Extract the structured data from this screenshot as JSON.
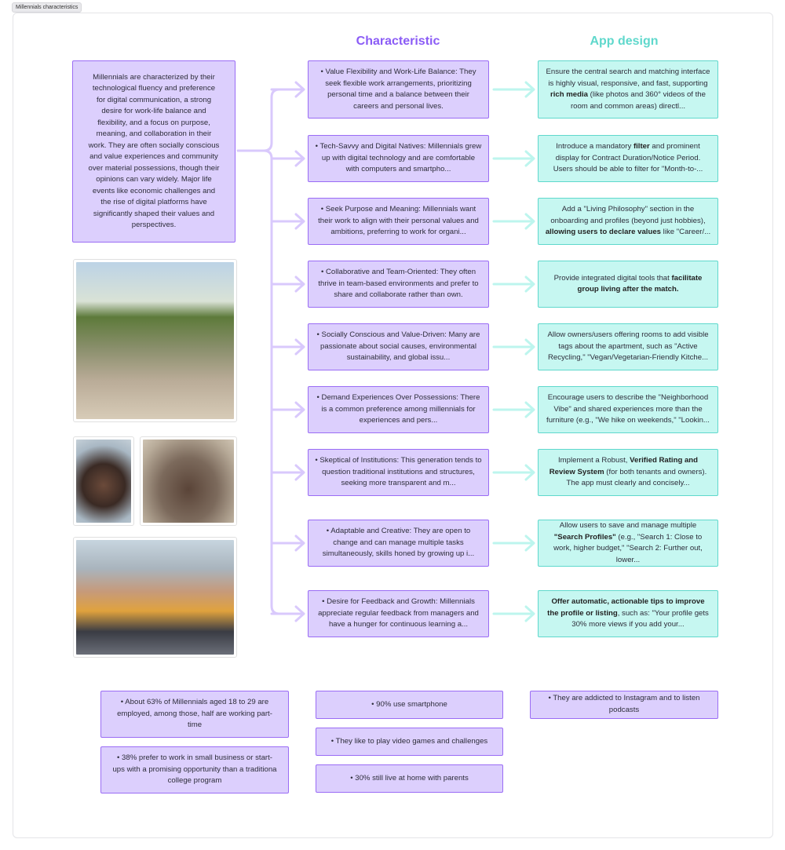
{
  "tab_label": "Millennials characteristics",
  "headers": {
    "characteristic": "Characteristic",
    "app_design": "App design"
  },
  "intro": "Millennials are characterized by their technological fluency and preference for digital communication, a strong desire for work-life balance and flexibility, and a focus on purpose, meaning, and collaboration in their work. They are often socially conscious and value experiences and community over material possessions, though their opinions can vary widely. Major life events like economic challenges and the rise of digital platforms have significantly shaped their values and perspectives.",
  "rows": [
    {
      "characteristic": "• Value Flexibility and Work-Life Balance: They seek flexible work arrangements, prioritizing personal time and a balance between their careers and personal lives.",
      "app": [
        {
          "t": "Ensure the central search and matching interface is highly visual, responsive, and fast, supporting ",
          "b": false
        },
        {
          "t": "rich media",
          "b": true
        },
        {
          "t": " (like photos and 360° videos of the room and common areas) directl...",
          "b": false
        }
      ]
    },
    {
      "characteristic": "• Tech-Savvy and Digital Natives: Millennials grew up with digital technology and are comfortable with computers and smartpho...",
      "app": [
        {
          "t": "Introduce a mandatory ",
          "b": false
        },
        {
          "t": "filter",
          "b": true
        },
        {
          "t": " and prominent display for Contract Duration/Notice Period. Users should be able to filter for \"Month-to-...",
          "b": false
        }
      ]
    },
    {
      "characteristic": "• Seek Purpose and Meaning: Millennials want their work to align with their personal values and ambitions, preferring to work for organi...",
      "app": [
        {
          "t": "Add a \"Living Philosophy\" section in the onboarding and profiles (beyond just hobbies), ",
          "b": false
        },
        {
          "t": "allowing users to declare values",
          "b": true
        },
        {
          "t": " like \"Career/...",
          "b": false
        }
      ]
    },
    {
      "characteristic": "• Collaborative and Team-Oriented: They often thrive in team-based environments and prefer to share and collaborate rather than own.",
      "app": [
        {
          "t": "Provide integrated digital tools that ",
          "b": false
        },
        {
          "t": "facilitate group living after the match.",
          "b": true
        }
      ]
    },
    {
      "characteristic": "• Socially Conscious and Value-Driven: Many are passionate about social causes, environmental sustainability, and global issu...",
      "app": [
        {
          "t": "Allow owners/users offering rooms to add visible tags about the apartment, such as \"Active Recycling,\" \"Vegan/Vegetarian-Friendly Kitche...",
          "b": false
        }
      ]
    },
    {
      "characteristic": "• Demand Experiences Over Possessions: There is a common preference among millennials for experiences and pers...",
      "app": [
        {
          "t": "Encourage users to describe the \"Neighborhood Vibe\" and shared experiences more than the furniture (e.g., \"We hike on weekends,\" \"Lookin...",
          "b": false
        }
      ]
    },
    {
      "characteristic": "• Skeptical of Institutions: This generation tends to question traditional institutions and structures, seeking more transparent and m...",
      "app": [
        {
          "t": "Implement a Robust, ",
          "b": false
        },
        {
          "t": "Verified Rating and Review System",
          "b": true
        },
        {
          "t": " (for both tenants and owners). The app must clearly and concisely...",
          "b": false
        }
      ]
    },
    {
      "characteristic": "• Adaptable and Creative: They are open to change and can manage multiple tasks simultaneously, skills honed by growing up i...",
      "app": [
        {
          "t": "Allow users to save and manage multiple ",
          "b": false
        },
        {
          "t": "\"Search Profiles\"",
          "b": true
        },
        {
          "t": " (e.g., \"Search 1: Close to work, higher budget,\" \"Search 2: Further out, lower...",
          "b": false
        }
      ]
    },
    {
      "characteristic": "• Desire for Feedback and Growth: Millennials appreciate regular feedback from managers and have a hunger for continuous learning a...",
      "app": [
        {
          "t": "Offer automatic, actionable tips to improve the profile or listing",
          "b": true
        },
        {
          "t": ", such as: \"Your profile gets 30% more views if you add your...",
          "b": false
        }
      ]
    }
  ],
  "facts": [
    "• About 63% of Millennials aged 18 to 29 are employed, among those, half are working part-time",
    "• 38% prefer to work in small business or start-ups with a promising opportunity than a traditiona college program",
    "• 90% use smartphone",
    "• They like to play video games and challenges",
    "• 30% still live at home with parents",
    "• They are addicted to Instagram and to listen podcasts"
  ],
  "colors": {
    "purple_fill": "#dccffd",
    "purple_border": "#9a6cf5",
    "teal_fill": "#c6f7f1",
    "teal_border": "#5fd8cc"
  }
}
